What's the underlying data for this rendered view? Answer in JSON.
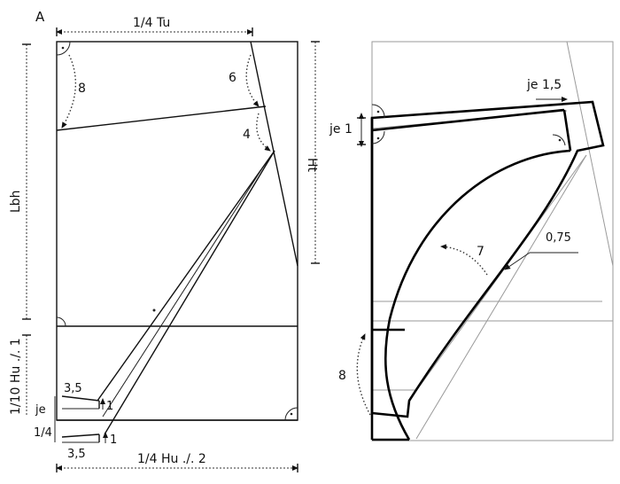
{
  "figure": {
    "panel_label": "A",
    "left": {
      "top_width": "1/4 Tu",
      "height_left": "Lbh",
      "height_right": "Ht",
      "angle_8": "8",
      "angle_6": "6",
      "angle_4": "4",
      "lower_left": "1/10 Hu ./. 1",
      "je": "je",
      "quarter": "1/4",
      "bottom_width": "1/4 Hu ./. 2",
      "upper_3_5": "3,5",
      "upper_1": "1",
      "lower_3_5": "3,5",
      "lower_1": "1"
    },
    "right": {
      "je_1_5": "je 1,5",
      "je_1": "je 1",
      "angle_7": "7",
      "offset_0_75": "0,75",
      "angle_8": "8"
    }
  }
}
